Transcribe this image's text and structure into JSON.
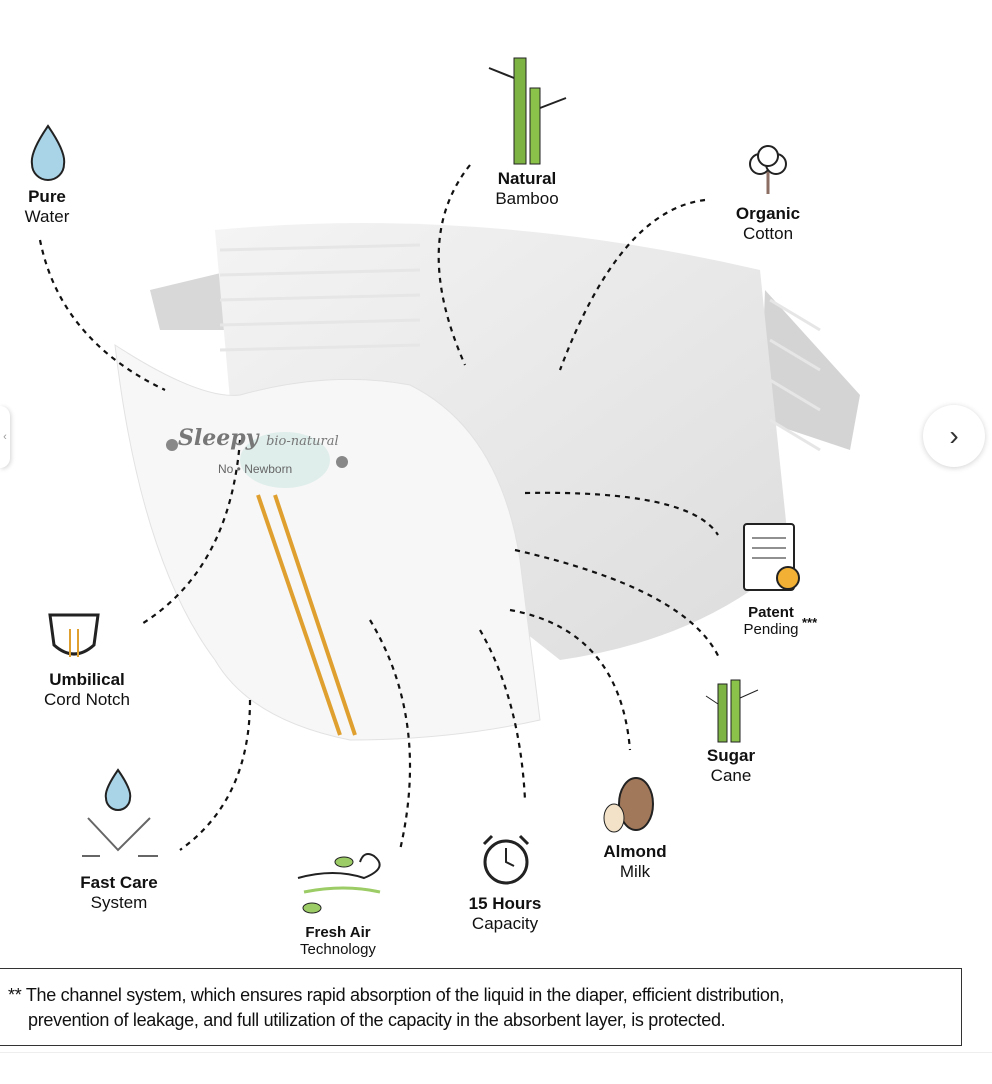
{
  "features": {
    "pure_water": {
      "title": "Pure",
      "sub": "Water"
    },
    "natural_bamboo": {
      "title": "Natural",
      "sub": "Bamboo"
    },
    "organic_cotton": {
      "title": "Organic",
      "sub": "Cotton"
    },
    "patent": {
      "title": "Patent",
      "sub": "Pending",
      "mark": "***"
    },
    "umbilical": {
      "title": "Umbilical",
      "sub": "Cord Notch"
    },
    "sugar_cane": {
      "title": "Sugar",
      "sub": "Cane"
    },
    "almond_milk": {
      "title": "Almond",
      "sub": "Milk"
    },
    "fast_care": {
      "title": "Fast Care",
      "sub": "System"
    },
    "hours": {
      "title": "15 Hours",
      "sub": "Capacity"
    },
    "fresh_air": {
      "title": "Fresh Air",
      "sub": "Technology"
    }
  },
  "product": {
    "brand": "Sleepy",
    "line": "bio-natural",
    "size": "No • Newborn"
  },
  "footnote": {
    "mark": "**",
    "line1": "The channel system, which ensures rapid absorption of the liquid in the diaper, efficient distribution,",
    "line2": "prevention of leakage, and full utilization of the capacity in the absorbent layer, is protected."
  },
  "carousel": {
    "next": "›",
    "prev": "‹"
  },
  "colors": {
    "water": "#a9d4e8",
    "bamboo": "#7cb342",
    "stripe": "#e0a030"
  }
}
